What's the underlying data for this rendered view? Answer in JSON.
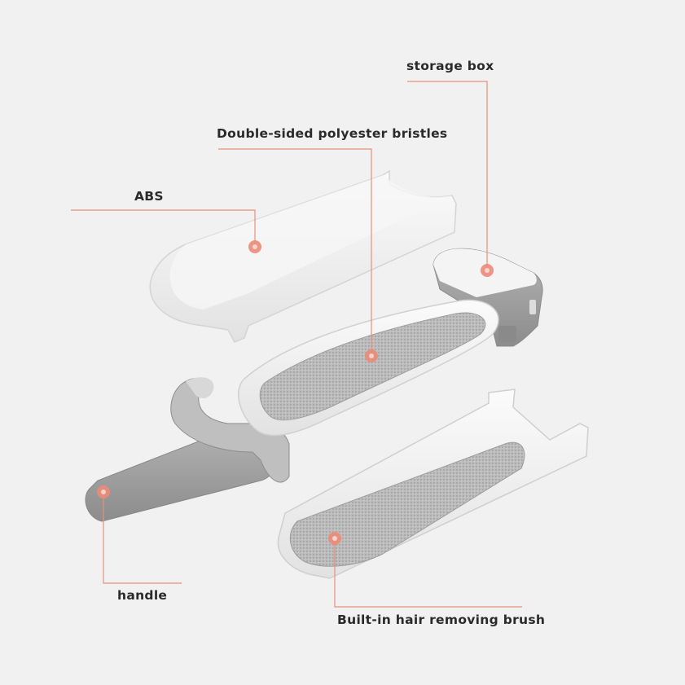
{
  "labels": {
    "storage_box": "storage box",
    "bristles": "Double-sided polyester bristles",
    "abs": "ABS",
    "handle": "handle",
    "built_in_brush": "Built-in hair removing brush"
  },
  "colors": {
    "background": "#f1f1f1",
    "callout_line": "#e8907a",
    "callout_dot": "#ec8b78",
    "plastic_white": "#f7f7f7",
    "handle_gray": "#a3a3a3",
    "bristle_gray": "#b8b8b8",
    "label_text": "#2a2a2a"
  }
}
